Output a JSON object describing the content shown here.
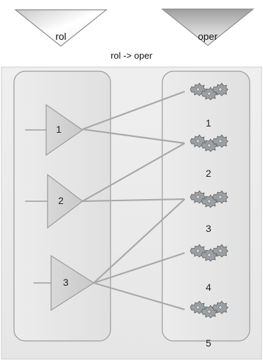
{
  "header": {
    "left_label": "rol",
    "right_label": "oper",
    "title": "rol -> oper"
  },
  "roles": [
    {
      "label": "1"
    },
    {
      "label": "2"
    },
    {
      "label": "3"
    }
  ],
  "operations": [
    {
      "label": "1"
    },
    {
      "label": "2"
    },
    {
      "label": "3"
    },
    {
      "label": "4"
    },
    {
      "label": "5"
    }
  ],
  "connections": [
    {
      "from": "1",
      "to": "1"
    },
    {
      "from": "1",
      "to": "2"
    },
    {
      "from": "2",
      "to": "2"
    },
    {
      "from": "2",
      "to": "3"
    },
    {
      "from": "3",
      "to": "3"
    },
    {
      "from": "3",
      "to": "4"
    },
    {
      "from": "3",
      "to": "5"
    }
  ],
  "icons": {
    "header_shape": "inverted-triangle",
    "role_shape": "right-pointing-triangle",
    "operation_shape": "gear-cluster-icon"
  },
  "colors": {
    "panel_border": "#9a9a9a",
    "panel_fill": "#eeeeee",
    "triangle_fill": "#d2d2d2",
    "line": "#a8a8a8"
  }
}
